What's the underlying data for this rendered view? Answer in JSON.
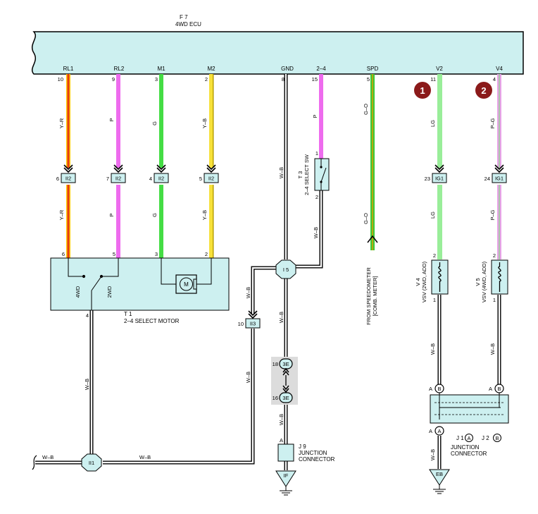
{
  "ecu": {
    "id": "F 7",
    "name": "4WD ECU"
  },
  "pins": [
    {
      "label": "RL1",
      "num": "10"
    },
    {
      "label": "RL2",
      "num": "9"
    },
    {
      "label": "M1",
      "num": "3"
    },
    {
      "label": "M2",
      "num": "2"
    },
    {
      "label": "GND",
      "num": "8"
    },
    {
      "label": "2–4",
      "num": "15"
    },
    {
      "label": "SPD",
      "num": "5"
    },
    {
      "label": "V2",
      "num": "11"
    },
    {
      "label": "V4",
      "num": "4"
    }
  ],
  "wire_colors": {
    "rl1_top": "Y–R",
    "rl1_bottom": "Y–R",
    "rl2_top": "P",
    "rl2_bottom": "P",
    "m1_top": "G",
    "m1_bottom": "G",
    "m2_top": "Y–B",
    "m2_bottom": "Y–B",
    "gnd_top": "W–B",
    "sw_out": "W–B",
    "ii3_down": "W–B",
    "i2_top": "P",
    "spd_top": "G–O",
    "spd_bottom": "G–O",
    "v2_top": "LG",
    "v2_mid": "LG",
    "v2_bottom": "W–B",
    "v4_top": "P–G",
    "v4_mid": "P–G",
    "v4_bottom": "W–B",
    "gnd_mid": "W–B",
    "gnd_low": "W–B",
    "j9_out": "W–B",
    "motor_down": "W–B",
    "left_in": "W–B",
    "bus_mid": "W–B"
  },
  "connectors": {
    "rl1": {
      "label": "II2",
      "pin": "6"
    },
    "rl2": {
      "label": "II2",
      "pin": "7"
    },
    "m1": {
      "label": "II2",
      "pin": "4"
    },
    "m2": {
      "label": "II2",
      "pin": "5"
    },
    "v2": {
      "label": "IG1",
      "pin": "23"
    },
    "v4": {
      "label": "IG1",
      "pin": "24"
    },
    "ii3": {
      "label": "II3",
      "pin": "10"
    },
    "i5": {
      "label": "I 5"
    },
    "ii1": {
      "label": "II1"
    },
    "e3_top": {
      "label": "3E",
      "pin": "18"
    },
    "e3_bottom": {
      "label": "3E",
      "pin": "16"
    }
  },
  "motor": {
    "id": "T 1",
    "name": "2–4 SELECT MOTOR",
    "pins": [
      "6",
      "5",
      "3",
      "2"
    ],
    "out_pin": "4",
    "contacts": [
      "4WD",
      "2WD"
    ],
    "symbol": "M"
  },
  "select_sw": {
    "id": "T 3",
    "name": "2–4 SELECT SW",
    "pins": [
      "1",
      "2"
    ]
  },
  "speedometer": {
    "line1": "FROM SPEEDOMETER",
    "line2": "[COMB. METER]"
  },
  "vsv1": {
    "id": "V 4",
    "name": "VSV (2WD, ADD)",
    "pins": [
      "2",
      "1"
    ]
  },
  "vsv2": {
    "id": "V 5",
    "name": "VSV (4WD, ADD)",
    "pins": [
      "2",
      "1"
    ]
  },
  "badges": [
    "1",
    "2"
  ],
  "j9": {
    "id": "J 9",
    "line1": "JUNCTION",
    "line2": "CONNECTOR",
    "pin": "A"
  },
  "jc": {
    "id_line": "J 1",
    "id_j2": "J 2",
    "line1": "JUNCTION",
    "line2": "CONNECTOR",
    "pin_a": "A",
    "pin_b": "B"
  },
  "grounds": {
    "if": "IF",
    "eb": "EB"
  },
  "colors": {
    "ecu_fill": "#cdf0f0",
    "yr_main": "#ffcc00",
    "yr_stripe": "#e53b14",
    "pink": "#ee6bee",
    "green": "#44dd44",
    "yb_main": "#f7e13a",
    "lg": "#99ee99",
    "pg_main": "#e8a2e8",
    "pg_stripe": "#8fd68f",
    "go_main": "#3ac93a",
    "go_stripe": "#ee9a00",
    "badge": "#8b1a1a"
  }
}
